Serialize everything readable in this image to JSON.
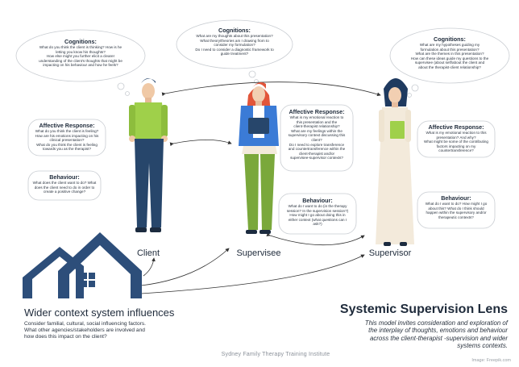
{
  "bubbles": {
    "client_cognitions": {
      "title": "Cognitions:",
      "lines": [
        "What do you think the client is thinking? How is he",
        "letting you know his thoughts?",
        "How else might you further elicit a clearer",
        "understanding of the client's thoughts that might be",
        "impacting on his behaviour and how he feels?"
      ]
    },
    "supervisee_cognitions": {
      "title": "Cognitions:",
      "lines": [
        "What are my thoughts about this presentation?",
        "What theory/theories am I drawing from to",
        "consider my formulation?",
        "Do I need to consider a diagnostic framework to",
        "guide treatment?"
      ]
    },
    "supervisor_cognitions": {
      "title": "Cognitions:",
      "lines": [
        "What are my hypotheses guiding my",
        "formulation about this presentation?",
        "What are the themes in this presentation?",
        "How can these ideas guide my questions to the",
        "supervisee (about self/about the client and",
        "about the therapist-client relationship?"
      ]
    },
    "client_affective": {
      "title": "Affective Response:",
      "lines": [
        "What do you think the client is feeling?",
        "How are his emotions impacting on his",
        "clinical presentation?",
        "What do you think the client is feeling",
        "towards you as the therapist?"
      ]
    },
    "supervisee_affective": {
      "title": "Affective Response:",
      "lines": [
        "What is my emotional reaction to",
        "this presentation and the",
        "client-therapist relationship?",
        "What are my feelings within the",
        "supervisory context discussing this",
        "client?",
        "Do I need to explore transference",
        "and countertransference within the",
        "client-therapist and/or",
        "supervisee-supervisor contexts?"
      ]
    },
    "supervisor_affective": {
      "title": "Affective Response:",
      "lines": [
        "What is my emotional reaction to this",
        "presentation? And why?",
        "What might be some of the contributing",
        "factors impacting on my",
        "countertransference?"
      ]
    },
    "client_behaviour": {
      "title": "Behaviour:",
      "lines": [
        "What does the client want to do? What",
        "does the client need to do in order to",
        "create a positive change?"
      ]
    },
    "supervisee_behaviour": {
      "title": "Behaviour:",
      "lines": [
        "What do I want to do (in the therapy",
        "session? In the supervision session?)",
        "How might I go about doing this in",
        "either context (what questions can I",
        "ask?)"
      ]
    },
    "supervisor_behaviour": {
      "title": "Behaviour:",
      "lines": [
        "What do I want to do? How might I go",
        "about this? What do I think should",
        "happen within the supervisory and/or",
        "therapeutic contexts?"
      ]
    }
  },
  "people": {
    "client": "Client",
    "supervisee": "Supervisee",
    "supervisor": "Supervisor"
  },
  "wider_context": {
    "title": "Wider context system influences",
    "lines": [
      "Consider familial, cultural, social influencing factors.",
      "What other agencies/stakeholders are involved and",
      "how does this impact on the client?"
    ]
  },
  "lens": {
    "title": "Systemic Supervision Lens",
    "lines": [
      "This model invites  consideration and exploration of",
      "the interplay of thoughts, emotions and behaviour",
      "across the client-therapist -supervision and wider",
      "systems contexts."
    ]
  },
  "footer": "Sydney Family Therapy Training Institute",
  "credit": "Image: Freepik.com",
  "colors": {
    "navy": "#27466b",
    "house": "#2d4e7a",
    "bubble_stroke": "#c9cdd2",
    "client_shirt": "#9fd04a",
    "supervisee_hair": "#e2553a",
    "supervisee_jacket": "#3b7bd6",
    "supervisee_pants": "#7aa83b",
    "supervisor_dress": "#f3eadb",
    "supervisor_hair": "#1f3a5f"
  }
}
